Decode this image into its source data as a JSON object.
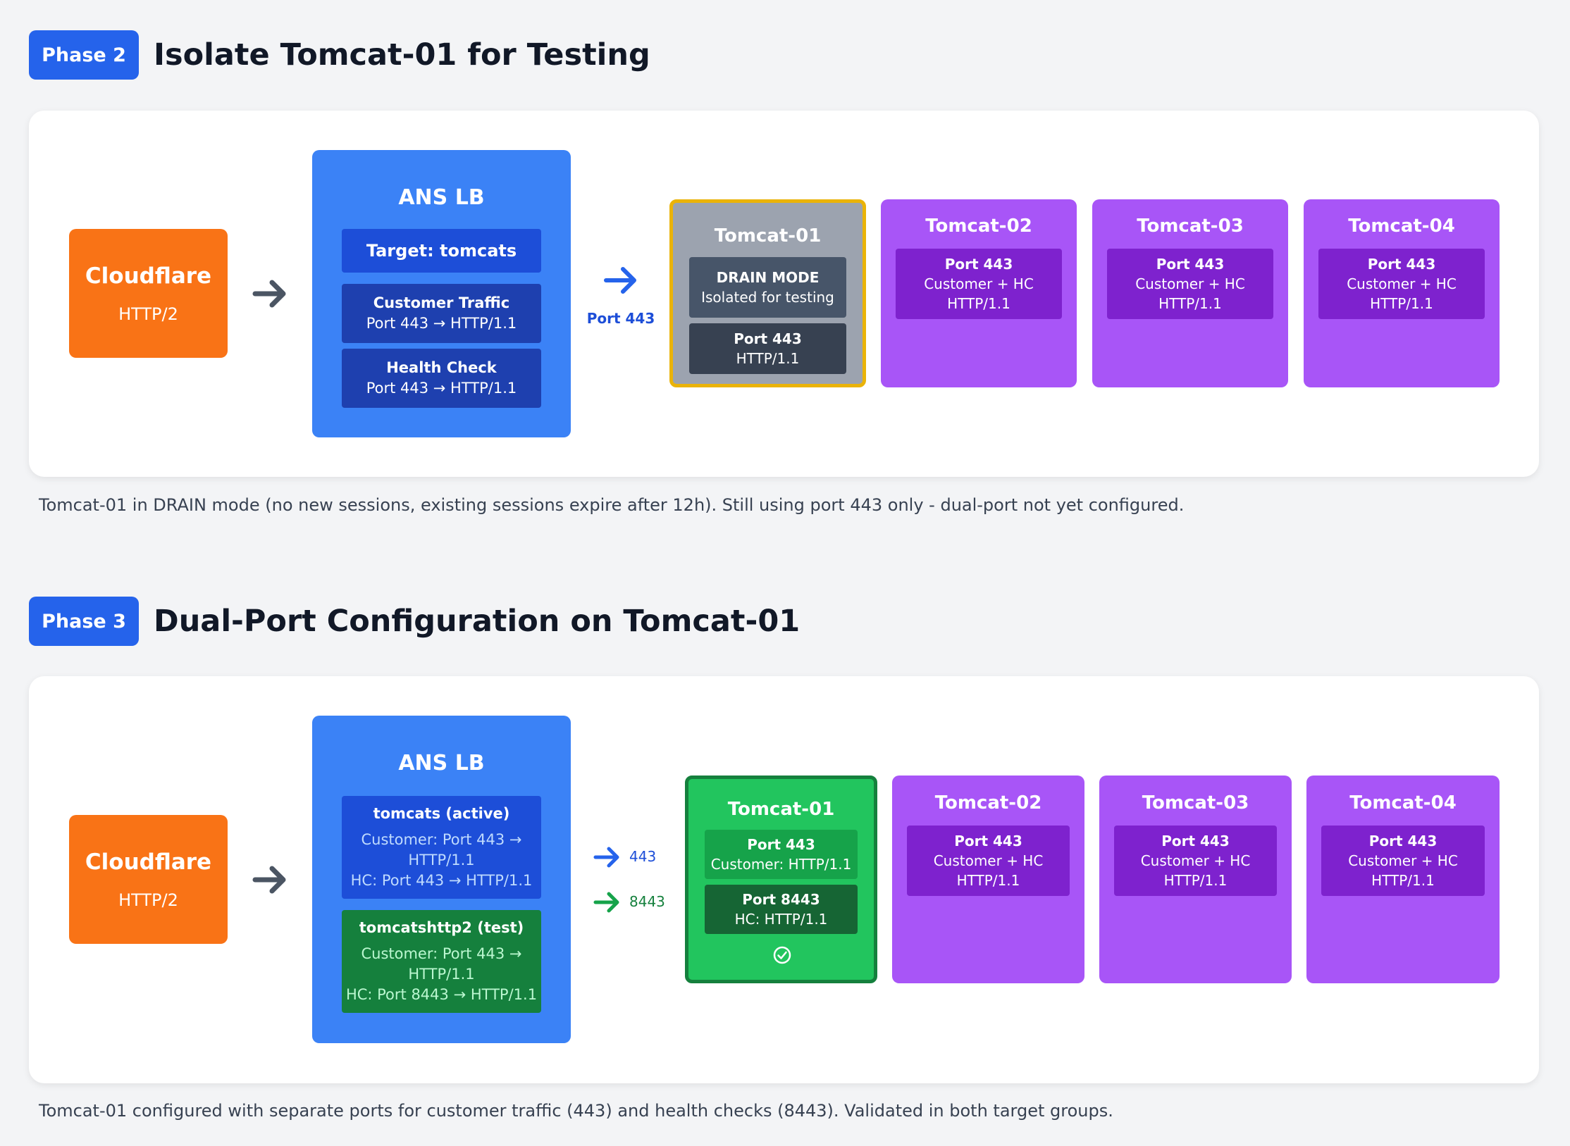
{
  "phase2": {
    "badge": "Phase 2",
    "title": "Isolate Tomcat-01 for Testing",
    "cloudflare": {
      "name": "Cloudflare",
      "protocol": "HTTP/2"
    },
    "lb": {
      "title": "ANS LB",
      "target": "Target: tomcats",
      "customer_title": "Customer Traffic",
      "customer_detail": "Port 443 → HTTP/1.1",
      "health_title": "Health Check",
      "health_detail": "Port 443 → HTTP/1.1"
    },
    "port_label": "Port 443",
    "tomcat01": {
      "name": "Tomcat-01",
      "mode_title": "DRAIN MODE",
      "mode_detail": "Isolated for testing",
      "port_title": "Port 443",
      "port_detail": "HTTP/1.1"
    },
    "others": [
      {
        "name": "Tomcat-02",
        "port": "Port 443",
        "line1": "Customer + HC",
        "line2": "HTTP/1.1"
      },
      {
        "name": "Tomcat-03",
        "port": "Port 443",
        "line1": "Customer + HC",
        "line2": "HTTP/1.1"
      },
      {
        "name": "Tomcat-04",
        "port": "Port 443",
        "line1": "Customer + HC",
        "line2": "HTTP/1.1"
      }
    ],
    "caption": "Tomcat-01 in DRAIN mode (no new sessions, existing sessions expire after 12h). Still using port 443 only - dual-port not yet configured."
  },
  "phase3": {
    "badge": "Phase 3",
    "title": "Dual-Port Configuration on Tomcat-01",
    "cloudflare": {
      "name": "Cloudflare",
      "protocol": "HTTP/2"
    },
    "lb": {
      "title": "ANS LB",
      "active_title": "tomcats (active)",
      "active_line1": "Customer: Port 443 →",
      "active_line2": "HTTP/1.1",
      "active_line3": "HC: Port 443 → HTTP/1.1",
      "test_title": "tomcatshttp2 (test)",
      "test_line1": "Customer: Port 443 →",
      "test_line2": "HTTP/1.1",
      "test_line3": "HC: Port 8443 → HTTP/1.1"
    },
    "port_a": "443",
    "port_b": "8443",
    "tomcat01": {
      "name": "Tomcat-01",
      "p1_title": "Port 443",
      "p1_detail": "Customer: HTTP/1.1",
      "p2_title": "Port 8443",
      "p2_detail": "HC: HTTP/1.1"
    },
    "others": [
      {
        "name": "Tomcat-02",
        "port": "Port 443",
        "line1": "Customer + HC",
        "line2": "HTTP/1.1"
      },
      {
        "name": "Tomcat-03",
        "port": "Port 443",
        "line1": "Customer + HC",
        "line2": "HTTP/1.1"
      },
      {
        "name": "Tomcat-04",
        "port": "Port 443",
        "line1": "Customer + HC",
        "line2": "HTTP/1.1"
      }
    ],
    "caption": "Tomcat-01 configured with separate ports for customer traffic (443) and health checks (8443). Validated in both target groups."
  },
  "colors": {
    "accent": "#2563eb",
    "cloudflare": "#f97316",
    "lb": "#3b82f6",
    "purple": "#a855f7",
    "green": "#22c55e",
    "drain_border": "#eab308"
  }
}
